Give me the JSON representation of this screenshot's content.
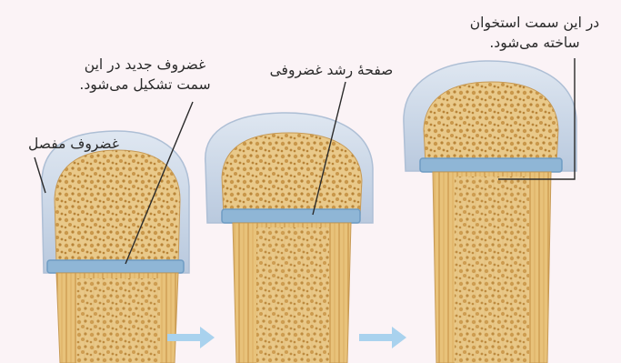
{
  "labels": {
    "articular_cartilage": "غضروف مفصل",
    "new_cartilage_line1": "غضروف جدید در این",
    "new_cartilage_line2": "سمت تشکیل می‌شود.",
    "growth_plate": "صفحهٔ رشد غضروفی",
    "bone_formed_line1": "در این سمت استخوان",
    "bone_formed_line2": "ساخته می‌شود."
  },
  "colors": {
    "background": "#fbf3f6",
    "cap": "#c9d6e6",
    "cap_edge": "#aebfd5",
    "plate": "#8fb6d6",
    "plate_edge": "#6f9cc3",
    "bone": "#e7c37a",
    "bone_dark": "#c9974a",
    "shaft": "#e2b35f",
    "arrow": "#a9d2ee",
    "leader": "#2a2a2a"
  },
  "icons": [
    "arrow-right-icon",
    "arrow-right-icon"
  ]
}
